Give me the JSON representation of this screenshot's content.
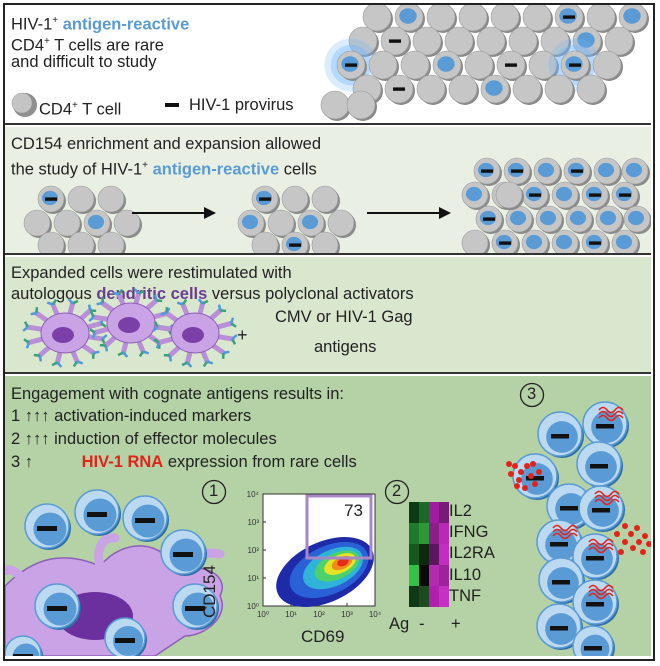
{
  "panel1": {
    "line1_pre": "HIV-1",
    "line1_sup": "+",
    "line1_hl": "antigen-reactive",
    "line2_pre": "CD4",
    "line2_sup": "+",
    "line2_post": "T cells are rare",
    "line3": "and difficult to study",
    "legend_cell_pre": "CD4",
    "legend_cell_sup": "+",
    "legend_cell_post": "T cell",
    "legend_provirus": "HIV-1 provirus"
  },
  "panel2": {
    "line1": "CD154 enrichment and expansion allowed",
    "line2_pre": "the study of HIV-1",
    "line2_sup": "+",
    "line2_hl": "antigen-reactive",
    "line2_post": "cells"
  },
  "panel3": {
    "line1": "Expanded cells were restimulated with",
    "line2_pre": "autologous",
    "line2_hl": "dendritic cells",
    "line2_post": "versus polyclonal activators",
    "plus": "+",
    "antigen_line1": "CMV or HIV-1 Gag",
    "antigen_line2": "antigens"
  },
  "panel4": {
    "heading": "Engagement with cognate antigens results in:",
    "item1_num": "1",
    "item1_arrows": "↑↑↑",
    "item1_text": "activation-induced markers",
    "item2_num": "2",
    "item2_arrows": "↑↑↑",
    "item2_text": "induction of effector molecules",
    "item3_num": "3",
    "item3_arrows": "↑",
    "item3_hl": "HIV-1 RNA",
    "item3_post": "expression from rare cells",
    "badge1": "1",
    "badge2": "2",
    "badge3": "3"
  },
  "flow": {
    "ylabel": "CD154",
    "xlabel": "CD69",
    "gate_value": "73",
    "y_ticks": [
      "10⁴",
      "10³",
      "10²",
      "10¹",
      "10⁰"
    ],
    "x_ticks": [
      "10⁰",
      "10¹",
      "10²",
      "10³",
      "10⁴"
    ]
  },
  "heatmap": {
    "rows": [
      "IL2",
      "IFNG",
      "IL2RA",
      "IL10",
      "TNF"
    ],
    "axis_label": "Ag",
    "col_minus": "-",
    "col_plus": "+",
    "minus_colors": [
      "#0c3a12",
      "#1f7a2c",
      "#145a1e",
      "#33c148",
      "#0f3815"
    ],
    "minus2_colors": [
      "#1a6a25",
      "#2c9838",
      "#0d2a10",
      "#0a0a0a",
      "#1d4a20"
    ],
    "plus_colors": [
      "#a01c9e",
      "#8a1f88",
      "#5c1660",
      "#b42bb2",
      "#b020ae"
    ],
    "plus2_colors": [
      "#7a1a78",
      "#b82ab6",
      "#c22ec0",
      "#9e229c",
      "#c631c4"
    ]
  },
  "colors": {
    "cell_grey": "#b8b8b8",
    "cell_blue": "#5b9bd5",
    "dendritic": "#b98fd8",
    "rna_red": "#e0241c",
    "gate": "#a887c7"
  }
}
